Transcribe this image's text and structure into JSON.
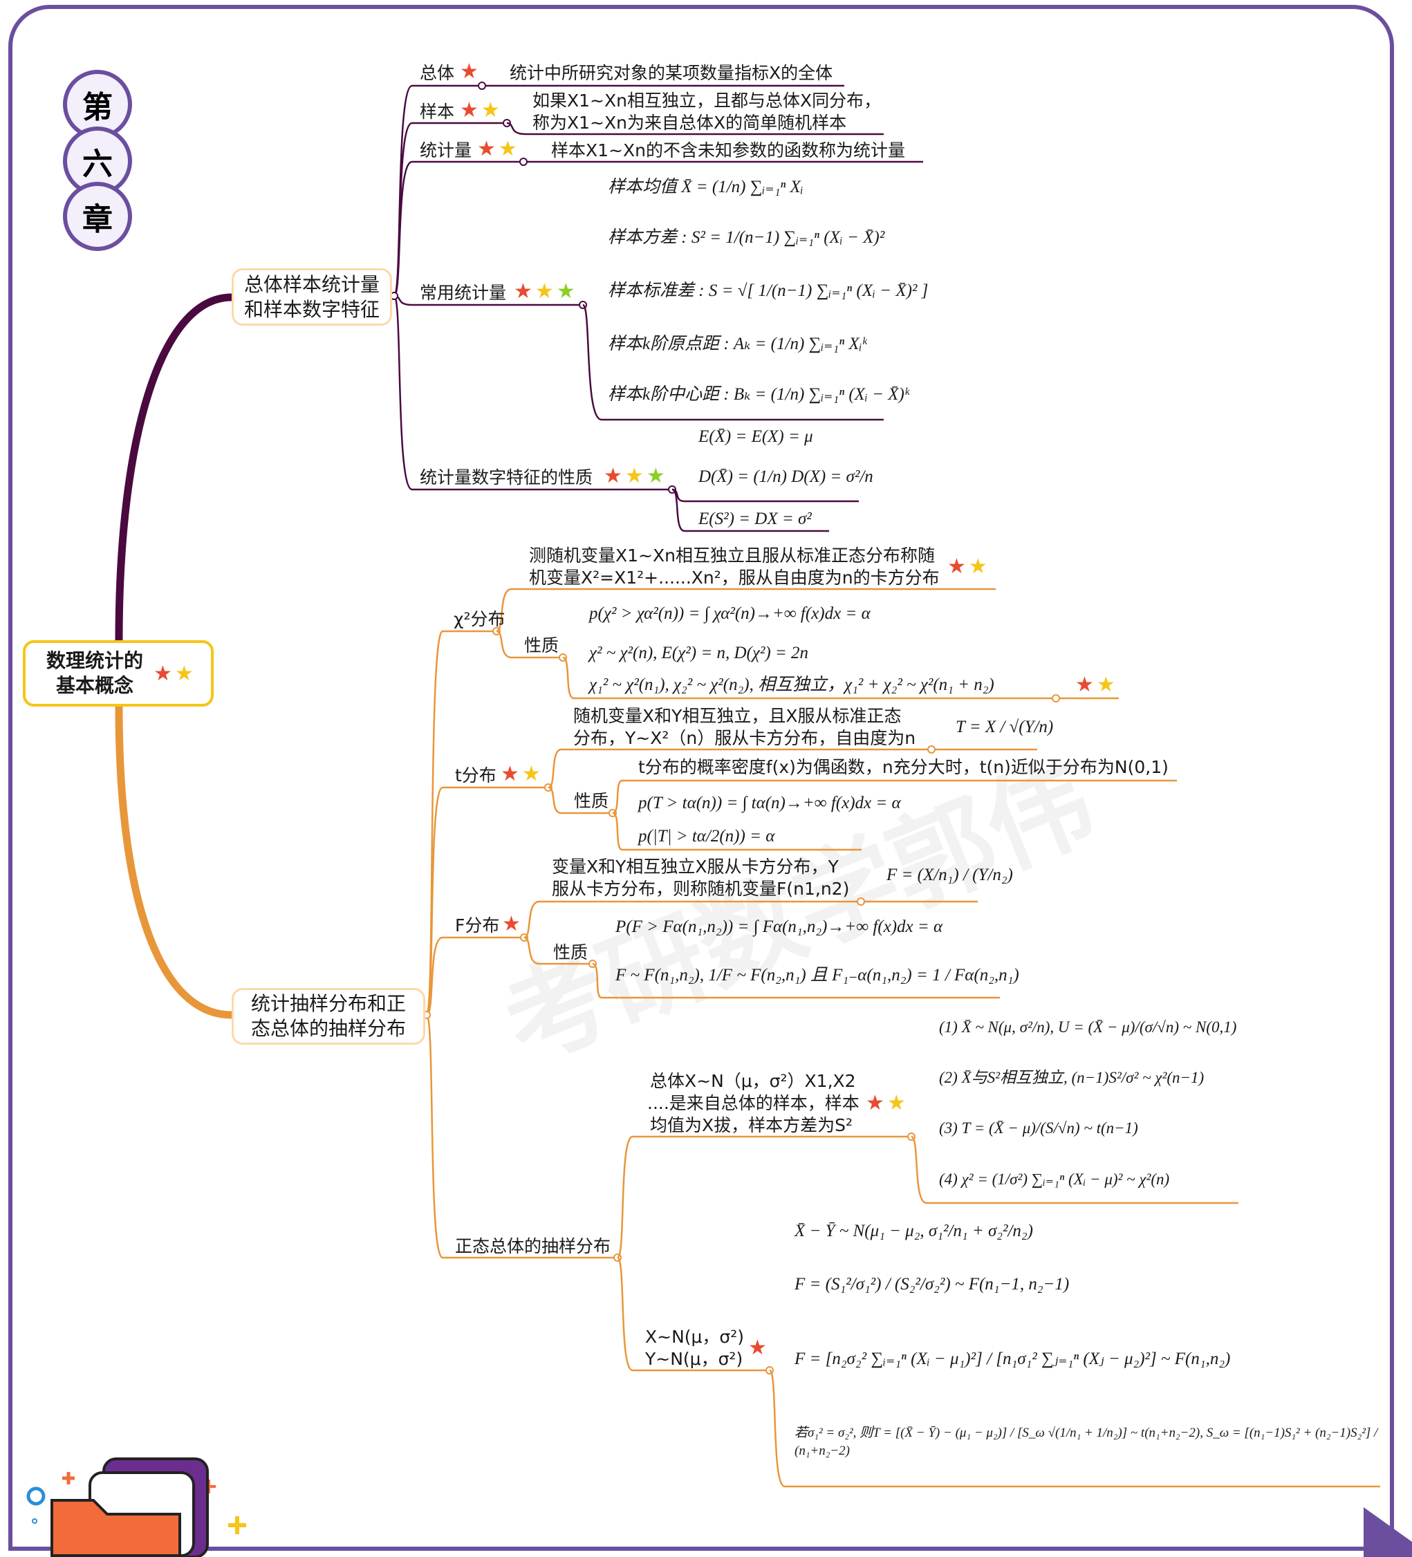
{
  "colors": {
    "frame": "#6b4f9e",
    "branch1": "#4a0a40",
    "branch2": "#e8963a",
    "star_red": "#e84c30",
    "star_yellow": "#f5c518",
    "star_green": "#8ccf2a"
  },
  "watermark": [
    "考研数学郭伟"
  ],
  "chapter": [
    "第",
    "六",
    "章"
  ],
  "root": {
    "line1": "数理统计的",
    "line2": "基本概念",
    "stars": [
      "red",
      "yellow"
    ]
  },
  "branch1": {
    "line1": "总体样本统计量",
    "line2": "和样本数字特征",
    "population": {
      "label": "总体",
      "stars": [
        "red"
      ],
      "desc": "统计中所研究对象的某项数量指标X的全体"
    },
    "sample": {
      "label": "样本",
      "stars": [
        "red",
        "yellow"
      ],
      "desc_line1": "如果X1~Xn相互独立，且都与总体X同分布，",
      "desc_line2": "称为X1~Xn为来自总体X的简单随机样本"
    },
    "statistic": {
      "label": "统计量",
      "stars": [
        "red",
        "yellow"
      ],
      "desc": "样本X1~Xn的不含未知参数的函数称为统计量"
    },
    "common": {
      "label": "常用统计量",
      "stars": [
        "red",
        "yellow",
        "green"
      ],
      "formulas": [
        "样本均值 X̄ = (1/n) ∑ᵢ₌₁ⁿ Xᵢ",
        "样本方差 : S² = 1/(n−1) ∑ᵢ₌₁ⁿ (Xᵢ − X̄)²",
        "样本标准差 : S = √[ 1/(n−1) ∑ᵢ₌₁ⁿ (Xᵢ − X̄)² ]",
        "样本k阶原点距 : Aₖ = (1/n) ∑ᵢ₌₁ⁿ Xᵢᵏ",
        "样本k阶中心距 : Bₖ = (1/n) ∑ᵢ₌₁ⁿ (Xᵢ − X̄)ᵏ"
      ]
    },
    "properties": {
      "label": "统计量数字特征的性质",
      "stars": [
        "red",
        "yellow",
        "green"
      ],
      "formulas": [
        "E(X̄) = E(X) = μ",
        "D(X̄) = (1/n) D(X) = σ²/n",
        "E(S²) = DX = σ²"
      ]
    }
  },
  "branch2": {
    "line1": "统计抽样分布和正",
    "line2": "态总体的抽样分布",
    "chi": {
      "label": "χ²分布",
      "desc_line1": "测随机变量X1~Xn相互独立且服从标准正态分布称随",
      "desc_line2": "机变量X²=X1²+......Xn²，服从自由度为n的卡方分布",
      "stars": [
        "red",
        "yellow"
      ],
      "prop_label": "性质",
      "formulas": [
        "p(χ² > χα²(n)) = ∫ χα²(n)→+∞ f(x)dx = α",
        "χ² ~ χ²(n), E(χ²) = n, D(χ²) = 2n",
        "χ₁² ~ χ²(n₁), χ₂² ~ χ²(n₂), 相互独立，χ₁² + χ₂² ~ χ²(n₁ + n₂)"
      ],
      "last_stars": [
        "red",
        "yellow"
      ]
    },
    "t": {
      "label": "t分布",
      "stars": [
        "red",
        "yellow"
      ],
      "desc_line1": "随机变量X和Y相互独立，且X服从标准正态",
      "desc_line2": "分布，Y~X²（n）服从卡方分布，自由度为n",
      "formula": "T = X / √(Y/n)",
      "prop_label": "性质",
      "prop_desc": "t分布的概率密度f(x)为偶函数，n充分大时，t(n)近似于分布为N(0,1)",
      "formulas": [
        "p(T > tα(n)) = ∫ tα(n)→+∞ f(x)dx = α",
        "p(|T| > tα/2(n)) = α"
      ]
    },
    "f": {
      "label": "F分布",
      "stars": [
        "red"
      ],
      "desc_line1": "变量X和Y相互独立X服从卡方分布，Y",
      "desc_line2": "服从卡方分布，则称随机变量F(n1,n2)",
      "formula": "F = (X/n₁) / (Y/n₂)",
      "prop_label": "性质",
      "formulas": [
        "P(F > Fα(n₁,n₂)) = ∫ Fα(n₁,n₂)→+∞ f(x)dx = α",
        "F ~ F(n₁,n₂), 1/F ~ F(n₂,n₁) 且 F₁₋α(n₁,n₂) = 1 / Fα(n₂,n₁)"
      ]
    },
    "normal": {
      "label": "正态总体的抽样分布",
      "single": {
        "desc_line1": "总体X~N（μ，σ²）X1,X2",
        "desc_line2": "....是来自总体的样本，样本",
        "desc_line3": "均值为X拔，样本方差为S²",
        "stars": [
          "red",
          "yellow"
        ],
        "formulas": [
          "(1) X̄ ~ N(μ, σ²/n), U = (X̄ − μ)/(σ/√n) ~ N(0,1)",
          "(2) X̄与S²相互独立, (n−1)S²/σ² ~ χ²(n−1)",
          "(3) T = (X̄ − μ)/(S/√n) ~ t(n−1)",
          "(4) χ² = (1/σ²) ∑ᵢ₌₁ⁿ (Xᵢ − μ)² ~ χ²(n)"
        ]
      },
      "two": {
        "desc_line1": "X~N(μ，σ²)",
        "desc_line2": "Y~N(μ，σ²)",
        "stars": [
          "red"
        ],
        "formulas": [
          "X̄ − Ȳ ~ N(μ₁ − μ₂, σ₁²/n₁ + σ₂²/n₂)",
          "F = (S₁²/σ₁²) / (S₂²/σ₂²) ~ F(n₁−1, n₂−1)",
          "F = [n₂σ₂² ∑ᵢ₌₁ⁿ (Xᵢ − μ₁)²] / [n₁σ₁² ∑ⱼ₌₁ⁿ (Xⱼ − μ₂)²] ~ F(n₁,n₂)",
          "若σ₁² = σ₂², 则T = [(X̄ − Ȳ) − (μ₁ − μ₂)] / [S_ω √(1/n₁ + 1/n₂)] ~ t(n₁+n₂−2), S_ω = [(n₁−1)S₁² + (n₂−1)S₂²] / (n₁+n₂−2)"
        ]
      }
    }
  }
}
